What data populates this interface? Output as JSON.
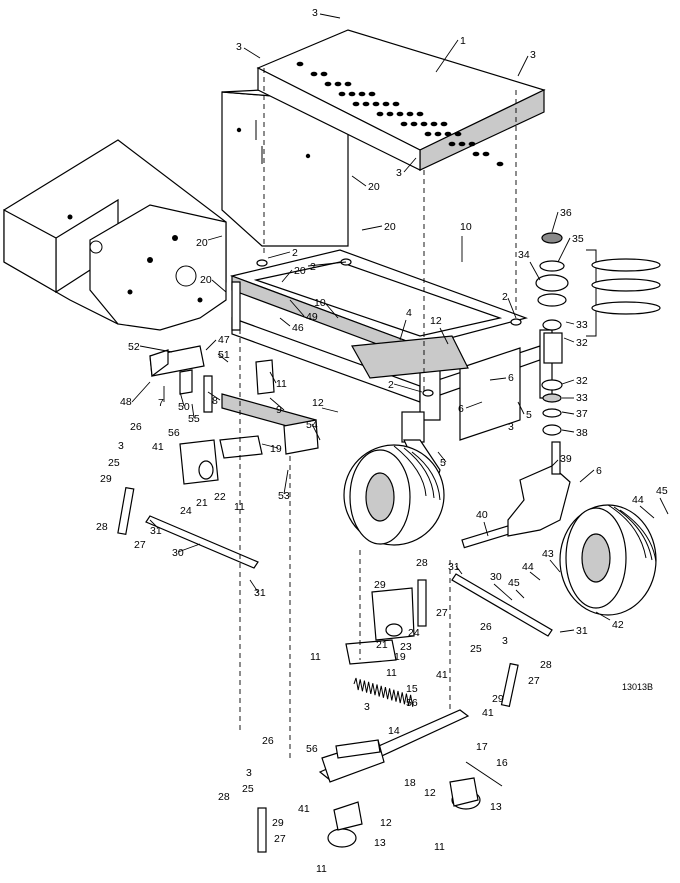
{
  "figure": {
    "reference_code": "13013B",
    "labels": {
      "l1": "1",
      "l2": "2",
      "l3": "3",
      "l4": "4",
      "l5": "5",
      "l6": "6",
      "l7": "7",
      "l8": "8",
      "l9": "9",
      "l10": "10",
      "l11": "11",
      "l12": "12",
      "l13": "13",
      "l14": "14",
      "l15": "15",
      "l16": "16",
      "l17": "17",
      "l18": "18",
      "l19": "19",
      "l20": "20",
      "l21": "21",
      "l22": "22",
      "l23": "23",
      "l24": "24",
      "l25": "25",
      "l26": "26",
      "l27": "27",
      "l28": "28",
      "l29": "29",
      "l30": "30",
      "l31": "31",
      "l32": "32",
      "l33": "33",
      "l34": "34",
      "l35": "35",
      "l36": "36",
      "l37": "37",
      "l38": "38",
      "l39": "39",
      "l40": "40",
      "l41": "41",
      "l42": "42",
      "l43": "43",
      "l44": "44",
      "l45": "45",
      "l46": "46",
      "l47": "47",
      "l48": "48",
      "l49": "49",
      "l50": "50",
      "l51": "51",
      "l52": "52",
      "l53": "53",
      "l54": "54",
      "l55": "55",
      "l56": "56"
    }
  }
}
